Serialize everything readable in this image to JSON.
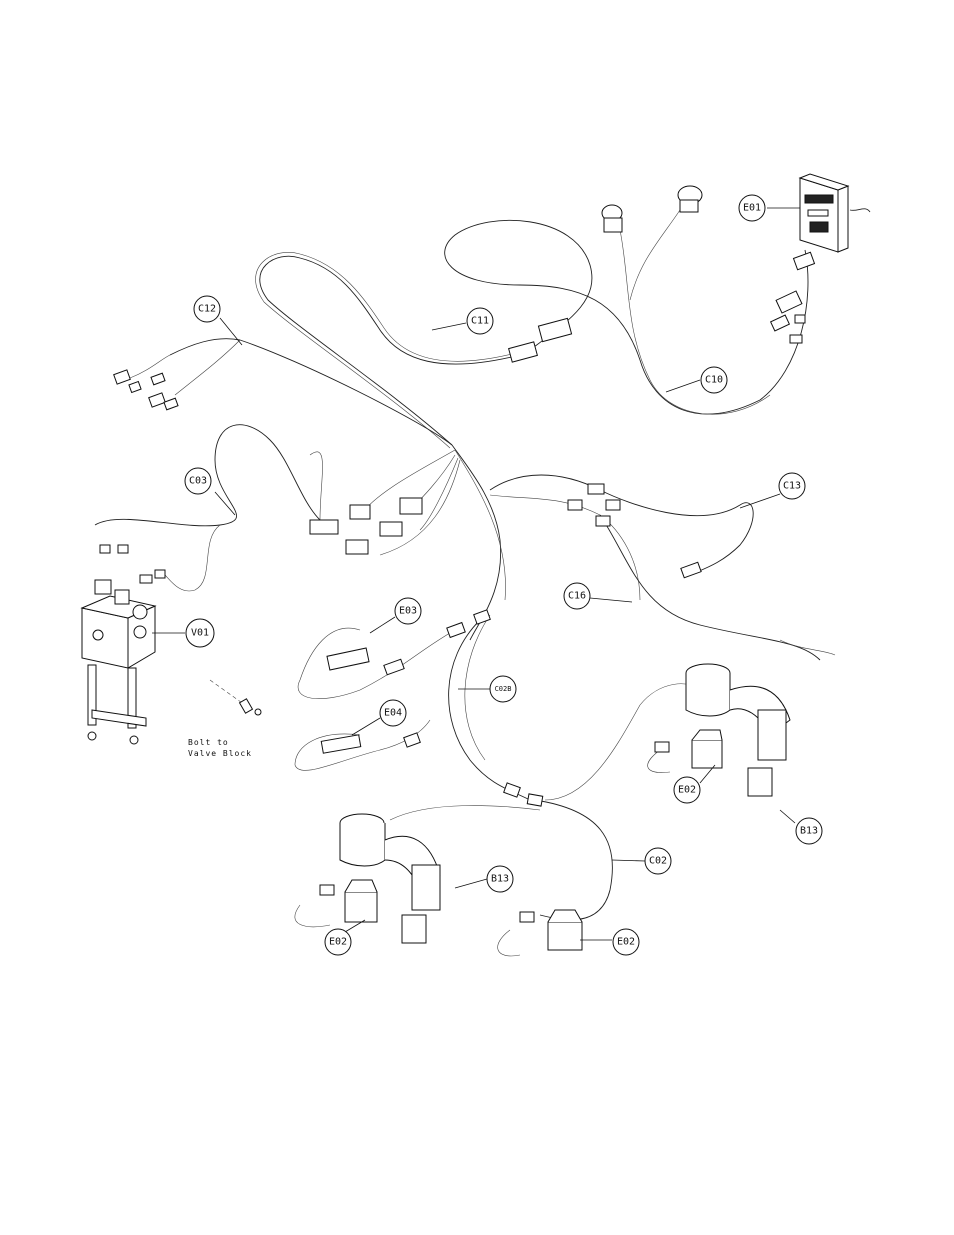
{
  "callouts": {
    "e01": "E01",
    "c11": "C11",
    "c10": "C10",
    "c12": "C12",
    "c03": "C03",
    "c13": "C13",
    "c16": "C16",
    "v01": "V01",
    "e03": "E03",
    "c02b": "C02B",
    "e04": "E04",
    "e02_right": "E02",
    "b13_right": "B13",
    "b13_left": "B13",
    "c02": "C02",
    "e02_left": "E02",
    "e02_center": "E02"
  },
  "notes": {
    "bolt_line1": "Bolt to",
    "bolt_line2": "Valve Block"
  }
}
